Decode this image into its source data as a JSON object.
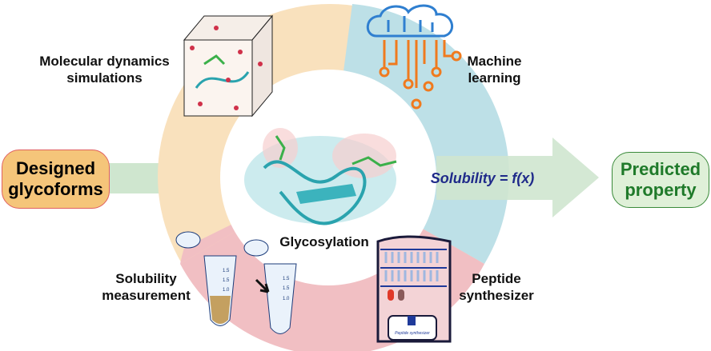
{
  "input_box": {
    "line1": "Designed",
    "line2": "glycoforms"
  },
  "output_box": {
    "line1": "Predicted",
    "line2": "property"
  },
  "labels": {
    "md": {
      "line1": "Molecular dynamics",
      "line2": "simulations"
    },
    "ml": {
      "line1": "Machine",
      "line2": "learning"
    },
    "sol": {
      "line1": "Solubility",
      "line2": "measurement"
    },
    "pep": {
      "line1": "Peptide",
      "line2": "synthesizer"
    },
    "center": "Glycosylation",
    "formula": "Solubility = f(x)",
    "synth_plate": "Peptide synthesizer"
  },
  "tube_ticks": [
    "1.5",
    "1.5",
    "1.0",
    "1.5",
    "1.0",
    "1.5"
  ],
  "colors": {
    "peach": "#f9e1bd",
    "blue": "#bde0e7",
    "pink": "#f1bfc3",
    "arrow": "#cfe6cf",
    "input": "#f5c57a",
    "output": "#dff0d8",
    "formula": "#1f2a8a",
    "protein": "#3cb3bd",
    "orange": "#f07a1e"
  }
}
